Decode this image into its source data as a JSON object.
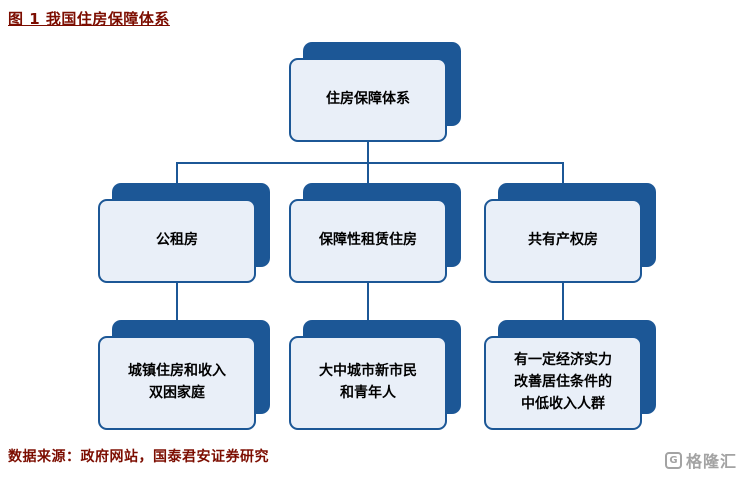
{
  "figure": {
    "title": "图 1 我国住房保障体系",
    "source": "数据来源：政府网站，国泰君安证券研究"
  },
  "diagram": {
    "type": "tree-diagram",
    "root_label": "住房保障体系",
    "level2": [
      {
        "label": "公租房"
      },
      {
        "label": "保障性租赁住房"
      },
      {
        "label": "共有产权房"
      }
    ],
    "level3": [
      {
        "label": "城镇住房和收入\n双困家庭"
      },
      {
        "label": "大中城市新市民\n和青年人"
      },
      {
        "label": "有一定经济实力\n改善居住条件的\n中低收入人群"
      }
    ]
  },
  "watermark": {
    "icon": "gelonghui-logo-icon",
    "icon_letter": "G",
    "text": "格隆汇"
  },
  "colors": {
    "title_text": "#7c0d00",
    "source_text": "#7c0d00",
    "node_dark_blue": "#1c5796",
    "node_fill": "#e9eff8",
    "node_border": "#1c5796",
    "connector": "#1c5796",
    "node_text": "#000000",
    "watermark_gray": "#a3a3a3",
    "background": "#ffffff"
  }
}
